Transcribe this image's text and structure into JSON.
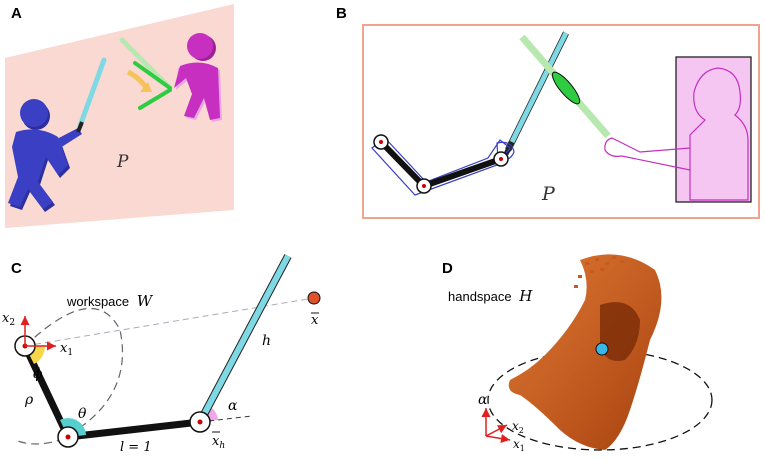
{
  "panels": {
    "A": {
      "letter": "A",
      "plane_label": "P"
    },
    "B": {
      "letter": "B",
      "plane_label": "P"
    },
    "C": {
      "letter": "C",
      "workspace_text": "workspace",
      "workspace_symbol": "W",
      "axis_x1": "x",
      "axis_x1_sub": "1",
      "axis_x2": "x",
      "axis_x2_sub": "2",
      "phi": "ϕ",
      "theta": "θ",
      "rho": "ρ",
      "length": "l = 1",
      "h": "h",
      "alpha": "α",
      "x_h": "x",
      "x_h_sub": "h",
      "x_vec": "x"
    },
    "D": {
      "letter": "D",
      "handspace_text": "handspace",
      "handspace_symbol": "H",
      "axis_alpha": "α",
      "axis_x1": "x",
      "axis_x1_sub": "1",
      "axis_x2": "x",
      "axis_x2_sub": "2"
    }
  },
  "colors": {
    "pink_plane": "#f9d9d2",
    "pink_border": "#f0a48f",
    "blue_figure": "#3b3fc4",
    "magenta_figure": "#c62fc0",
    "cyan_saber": "#7fd9e4",
    "green_saber": "#2ecc40",
    "handspace_orange": "#c95a1b",
    "target_red": "#e0522a",
    "blue_dot": "#3ab7e8",
    "axis_red": "#e02020"
  }
}
